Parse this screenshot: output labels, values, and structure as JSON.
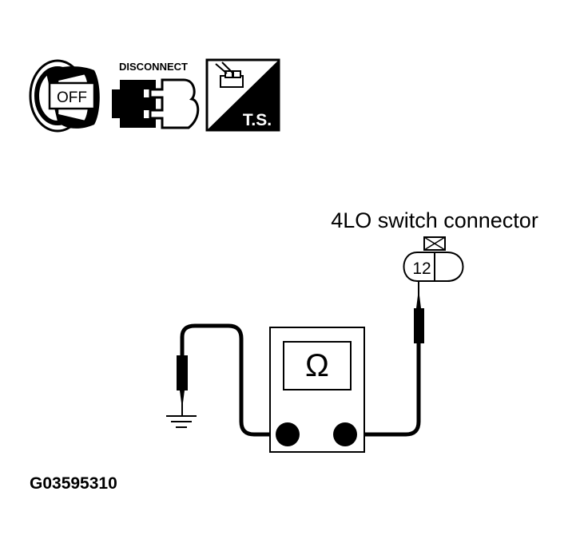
{
  "icons": {
    "ignition_key_text": "OFF",
    "disconnect_label": "DISCONNECT",
    "troubleshoot_text": "T.S."
  },
  "diagram": {
    "connector_label": "4LO switch connector",
    "connector_pins": "12",
    "meter_symbol": "Ω",
    "figure_code": "G03595310"
  }
}
